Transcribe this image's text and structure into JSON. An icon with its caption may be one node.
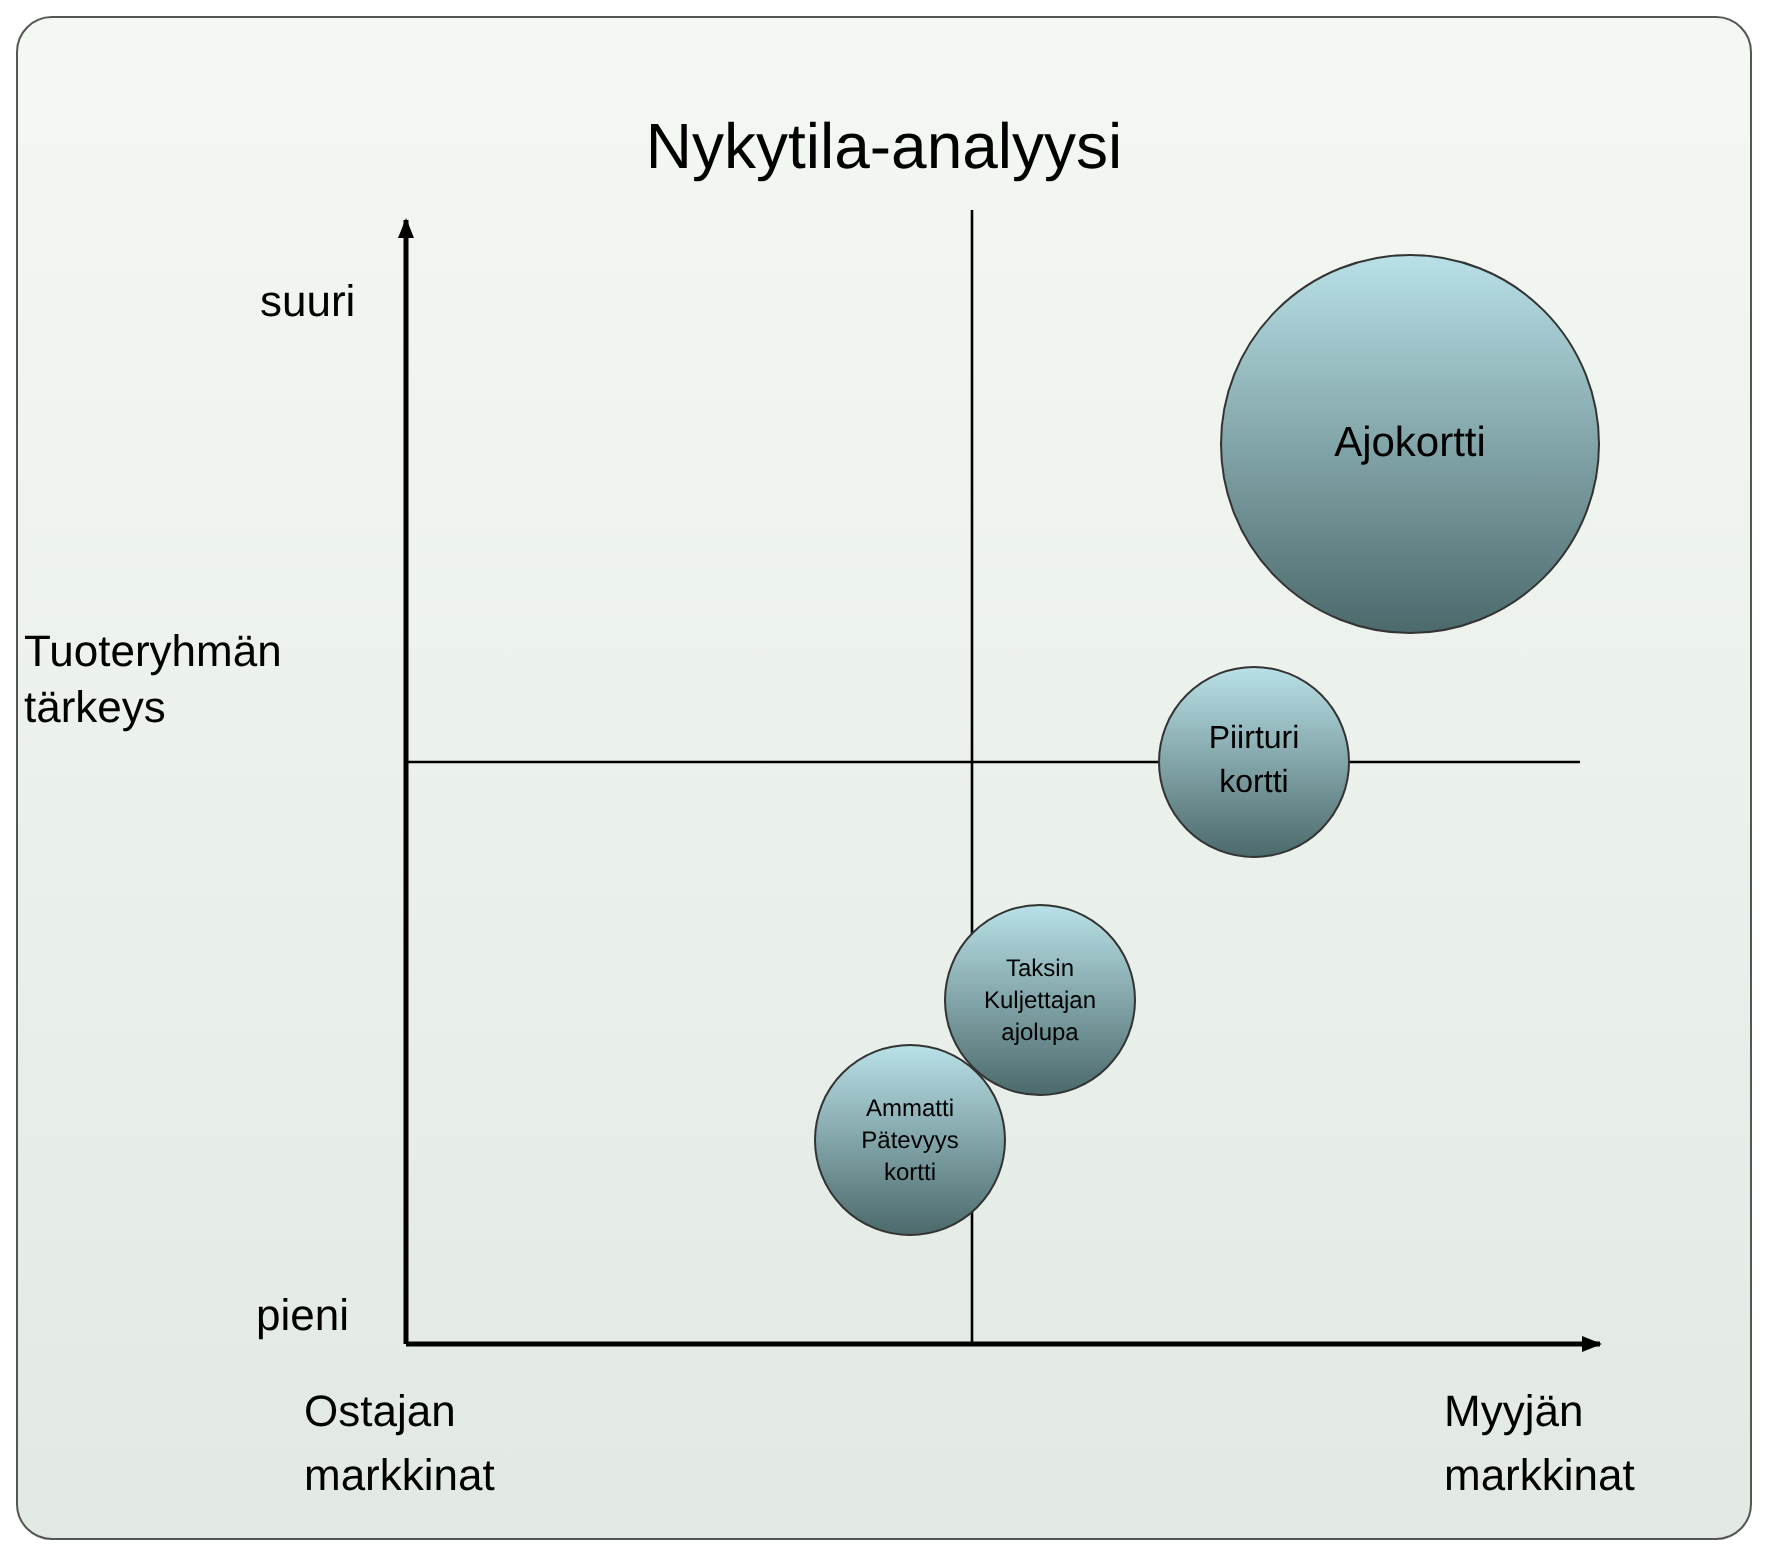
{
  "diagram": {
    "title": "Nykytila-analyysi",
    "nodes": [
      {
        "text": [
          "Ajokortti"
        ]
      },
      {
        "text": [
          "Piirturi kortti"
        ]
      },
      {
        "text": [
          "Taksin Kuljettajan ajolupa"
        ]
      },
      {
        "text": [
          "Ammatti Pätevyys kortti"
        ]
      }
    ],
    "labels": [
      "suuri",
      "Tuoteryhmän tärkeys",
      "pieni",
      "Ostajan markkinat",
      "Myyjän markkinat"
    ]
  }
}
